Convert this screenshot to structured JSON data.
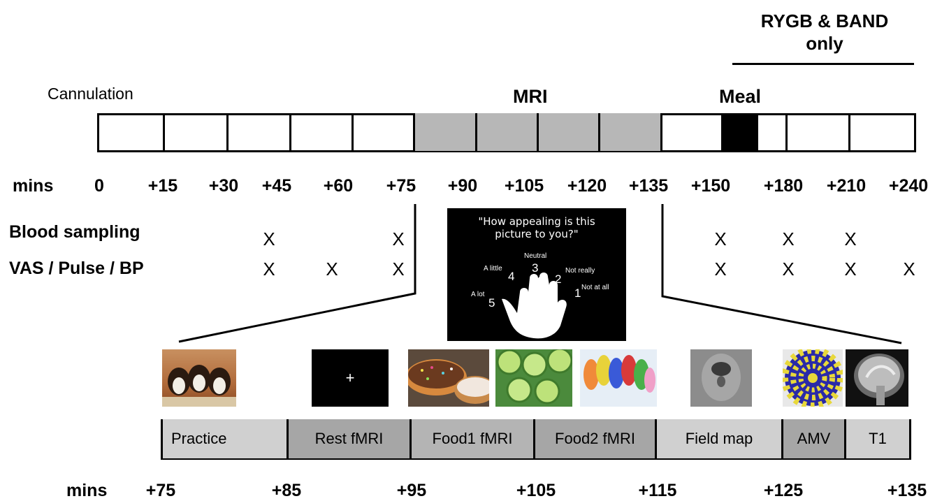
{
  "header": {
    "rygb_line1": "RYGB & BAND",
    "rygb_line2": "only",
    "cannulation": "Cannulation",
    "mri": "MRI",
    "meal": "Meal"
  },
  "timeline": {
    "mins_label": "mins",
    "ticks": [
      "0",
      "+15",
      "+30",
      "+45",
      "+60",
      "+75",
      "+90",
      "+105",
      "+120",
      "+135",
      "+150",
      "+180",
      "+210",
      "+240"
    ]
  },
  "rows": {
    "blood_label": "Blood sampling",
    "vas_label": "VAS / Pulse / BP",
    "mark": "X"
  },
  "rating_screen": {
    "question": "\"How appealing is this picture to you?\"",
    "scale": [
      {
        "num": "1",
        "label": "Not at all"
      },
      {
        "num": "2",
        "label": "Not really"
      },
      {
        "num": "3",
        "label": "Neutral"
      },
      {
        "num": "4",
        "label": "A little"
      },
      {
        "num": "5",
        "label": "A lot"
      }
    ]
  },
  "mri_sequence": {
    "segments": [
      "Practice",
      "Rest fMRI",
      "Food1 fMRI",
      "Food2 fMRI",
      "Field map",
      "AMV",
      "T1"
    ],
    "fixation_cross": "+",
    "mins_label": "mins",
    "ticks": [
      "+75",
      "+85",
      "+95",
      "+105",
      "+115",
      "+125",
      "+135"
    ]
  },
  "colors": {
    "gray_cell": "#b7b7b7",
    "meal_cell": "#000000",
    "seg_light": "#d0d0d0",
    "seg_dark": "#a6a6a6"
  }
}
